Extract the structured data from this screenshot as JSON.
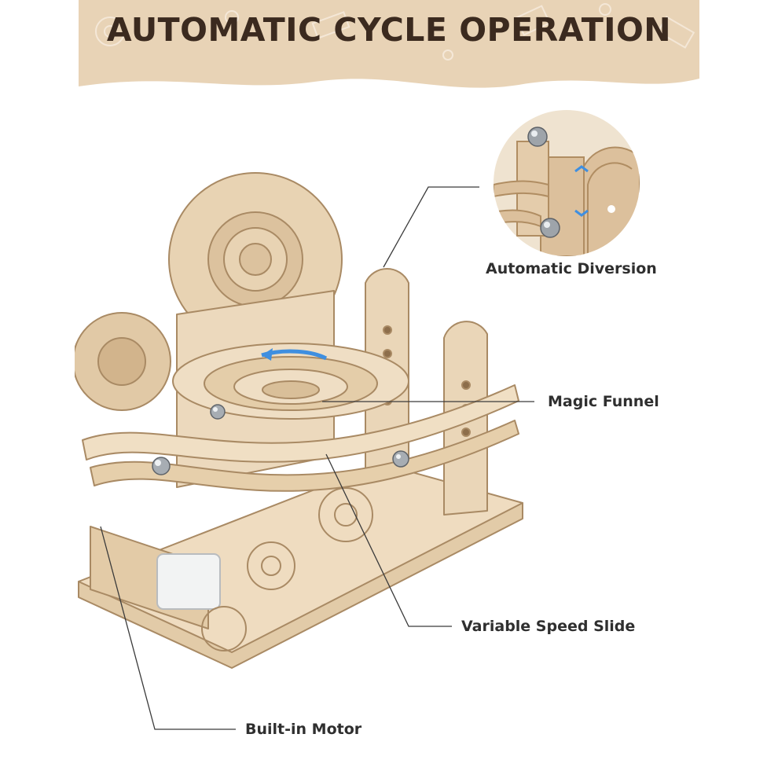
{
  "header": {
    "title": "AUTOMATIC CYCLE OPERATION",
    "background_color": "#e8d3b6",
    "text_color": "#3b2a1f"
  },
  "callouts": [
    {
      "label": "Automatic Diversion"
    },
    {
      "label": "Magic Funnel"
    },
    {
      "label": "Variable Speed Slide"
    },
    {
      "label": "Built-in Motor"
    }
  ],
  "icons": [
    "wooden-gear-decor",
    "wood-plank-decor",
    "screw-decor",
    "blue-arrow-icon"
  ]
}
